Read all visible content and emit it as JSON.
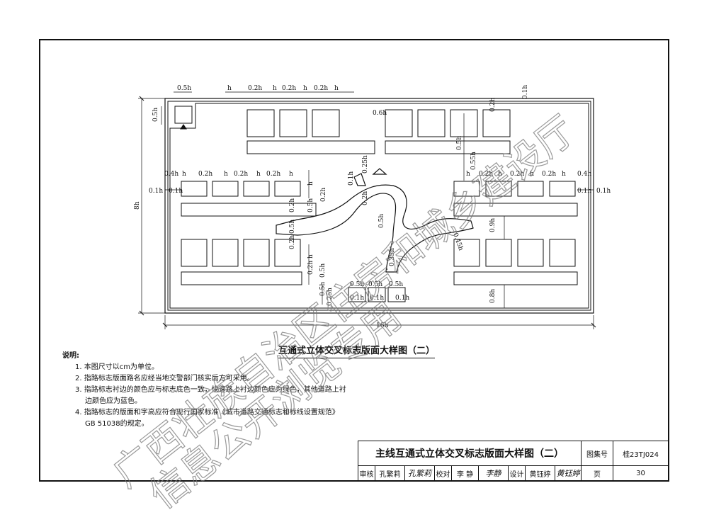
{
  "diagram": {
    "dims": {
      "h": "h",
      "h05": "0.5h",
      "h02": "0.2h",
      "h04": "0.4h",
      "h01": "0.1h",
      "h06": "0.6h",
      "h055": "0.55h",
      "h09": "0.9h",
      "h08": "0.8h",
      "h8": "8h",
      "h16": "16h",
      "h025": "0.25h",
      "h035": "0.35h",
      "h045": "0.45h"
    },
    "caption": "互通式立体交叉标志版面大样图（二）"
  },
  "notes": {
    "heading": "说明:",
    "items": [
      "1. 本图尺寸以cm为单位。",
      "2. 指路标志版面路名应经当地交警部门核实后方可采用。",
      "3. 指路标志衬边的颜色应与标志底色一致，快速路上衬边颜色应为绿色，其他道路上衬",
      "边颜色应为蓝色。",
      "4. 指路标志的版面和字高应符合现行国家标准《城市道路交通标志和标线设置规范》",
      "GB 51038的规定。"
    ]
  },
  "titleblock": {
    "title": "主线互通式立体交叉标志版面大样图（二）",
    "atlas_label": "图集号",
    "atlas_no": "桂23TJ024",
    "review_label": "审核",
    "reviewer": "孔繁莉",
    "check_label": "校对",
    "checker": "李 静",
    "design_label": "设计",
    "designer": "黄钰婷",
    "page_label": "页",
    "page_no": "30",
    "sig_review": "孔繁莉",
    "sig_check": "李静",
    "sig_design": "黄钰婷"
  },
  "watermark": {
    "line1": "广西壮族自治区住房和城乡建设厅",
    "line2": "信息公开浏览专用"
  }
}
